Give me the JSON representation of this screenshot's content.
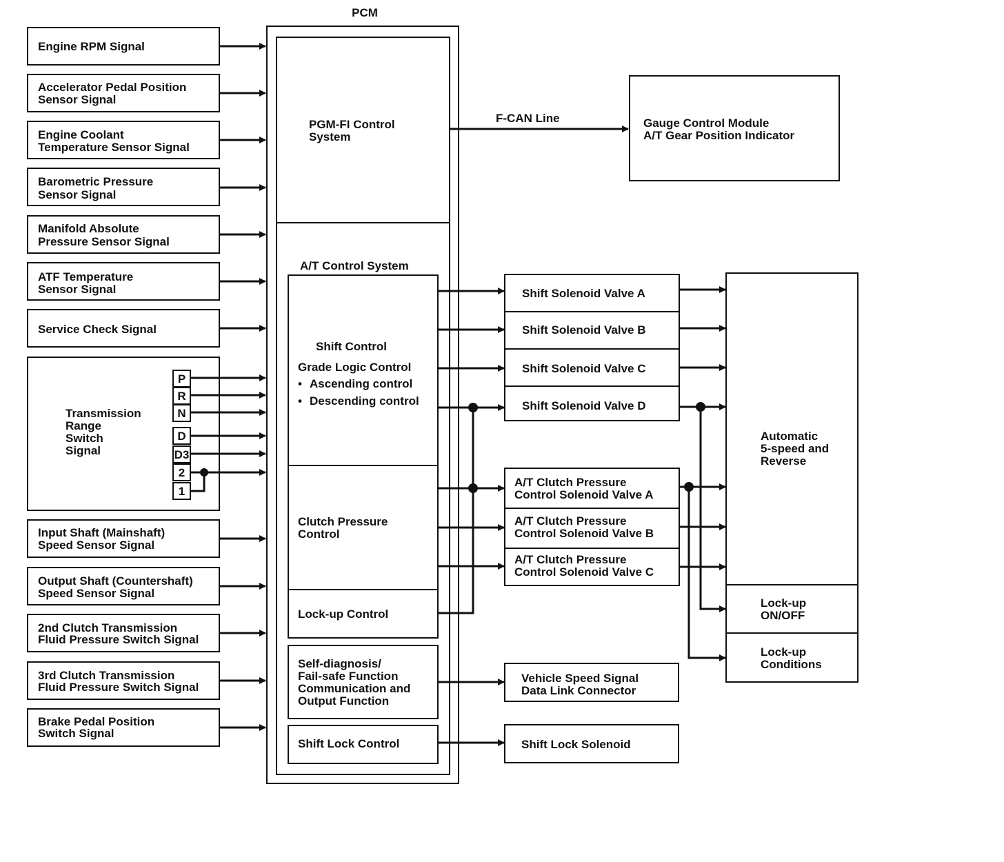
{
  "pcm": {
    "title": "PCM"
  },
  "inputs": [
    [
      "Engine RPM Signal"
    ],
    [
      "Accelerator Pedal Position",
      "Sensor Signal"
    ],
    [
      "Engine Coolant",
      "Temperature Sensor Signal"
    ],
    [
      "Barometric Pressure",
      "Sensor Signal"
    ],
    [
      "Manifold Absolute",
      "Pressure Sensor Signal"
    ],
    [
      "ATF Temperature",
      "Sensor Signal"
    ],
    [
      "Service Check Signal"
    ],
    [
      "Input Shaft (Mainshaft)",
      "Speed Sensor Signal"
    ],
    [
      "Output Shaft (Countershaft)",
      "Speed Sensor Signal"
    ],
    [
      "2nd Clutch Transmission",
      "Fluid Pressure Switch Signal"
    ],
    [
      "3rd Clutch Transmission",
      "Fluid Pressure Switch Signal"
    ],
    [
      "Brake Pedal Position",
      "Switch Signal"
    ]
  ],
  "range_switch": {
    "title": [
      "Transmission",
      "Range",
      "Switch",
      "Signal"
    ],
    "positions": [
      "P",
      "R",
      "N",
      "D",
      "D3",
      "2",
      "1"
    ]
  },
  "pgmfi": [
    "PGM-FI Control",
    "System"
  ],
  "fcan": {
    "label": "F-CAN Line"
  },
  "gauge": [
    "Gauge Control Module",
    "A/T Gear Position Indicator"
  ],
  "at_control": {
    "title": "A/T Control System",
    "shift_control": {
      "title": "Shift Control",
      "grade_logic": "Grade Logic Control",
      "bullets": [
        "Ascending control",
        "Descending control"
      ]
    },
    "clutch_pressure": [
      "Clutch Pressure",
      "Control"
    ],
    "lockup": "Lock-up Control",
    "selfdiag": [
      "Self-diagnosis/",
      "Fail-safe Function",
      "Communication and",
      "Output Function"
    ],
    "shiftlock": "Shift Lock Control"
  },
  "outputs": {
    "shift_valves": [
      "Shift Solenoid Valve A",
      "Shift Solenoid Valve B",
      "Shift Solenoid Valve C",
      "Shift Solenoid Valve D"
    ],
    "clutch_valves": [
      [
        "A/T Clutch Pressure",
        "Control Solenoid Valve A"
      ],
      [
        "A/T Clutch Pressure",
        "Control Solenoid Valve B"
      ],
      [
        "A/T Clutch Pressure",
        "Control Solenoid Valve C"
      ]
    ],
    "vehicle_speed": [
      "Vehicle Speed Signal",
      "Data Link Connector"
    ],
    "shift_lock_solenoid": "Shift Lock Solenoid"
  },
  "transmission": {
    "title": [
      "Automatic",
      "5-speed and",
      "Reverse"
    ],
    "lockup_onoff": [
      "Lock-up",
      "ON/OFF"
    ],
    "lockup_conditions": [
      "Lock-up",
      "Conditions"
    ]
  }
}
